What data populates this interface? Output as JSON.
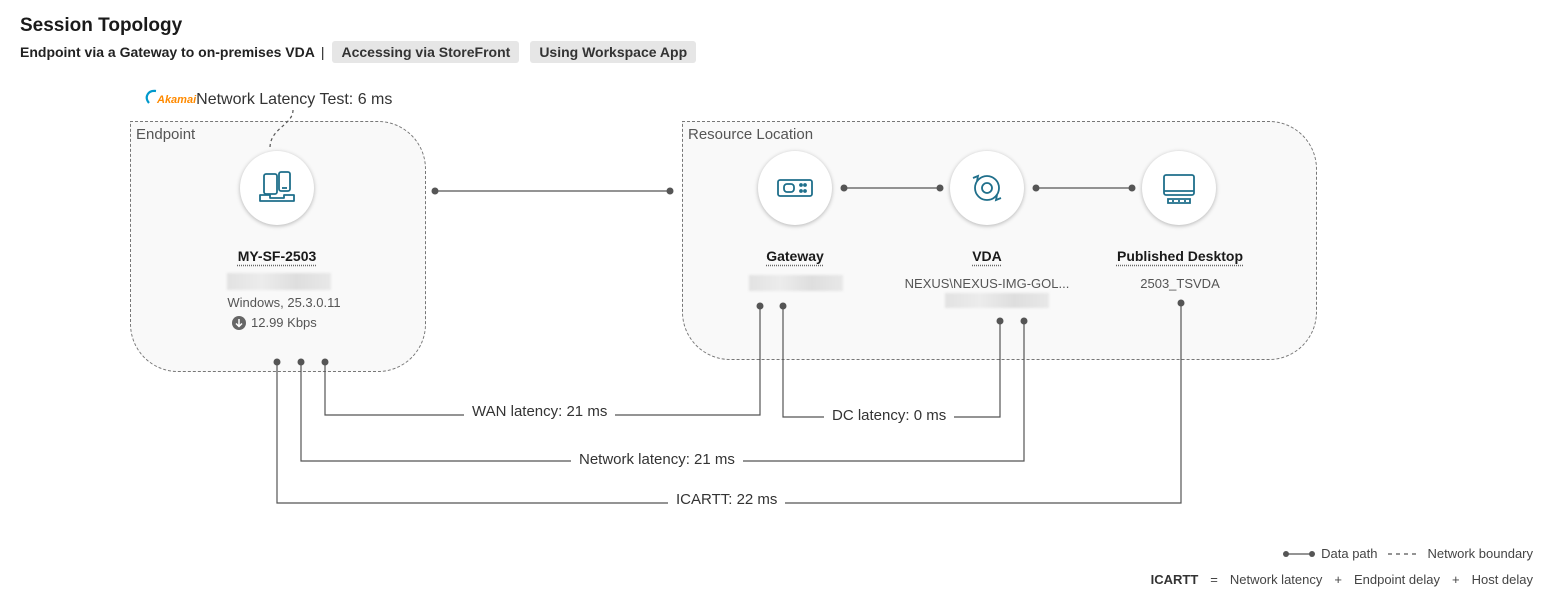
{
  "header": {
    "title": "Session Topology",
    "subtitle": "Endpoint via a Gateway to on-premises VDA",
    "separator": "|",
    "chips": [
      "Accessing via StoreFront",
      "Using Workspace App"
    ]
  },
  "akamai": {
    "logo_text": "Akamai",
    "label": "Network Latency Test: 6 ms"
  },
  "endpoint": {
    "boundary_label": "Endpoint",
    "name": "MY-SF-2503",
    "os": "Windows, 25.3.0.11",
    "bandwidth": "12.99 Kbps",
    "icon": "devices-icon"
  },
  "resource_location": {
    "boundary_label": "Resource Location",
    "gateway": {
      "name": "Gateway",
      "icon": "gateway-icon"
    },
    "vda": {
      "name": "VDA",
      "detail": "NEXUS\\NEXUS-IMG-GOL...",
      "icon": "vda-disk-icon"
    },
    "desktop": {
      "name": "Published Desktop",
      "detail": "2503_TSVDA",
      "icon": "monitor-icon"
    }
  },
  "latencies": {
    "wan": "WAN latency: 21 ms",
    "dc": "DC latency: 0 ms",
    "network": "Network latency: 21 ms",
    "icartt": "ICARTT: 22 ms"
  },
  "legend": {
    "data_path": "Data path",
    "network_boundary": "Network boundary",
    "formula_term": "ICARTT",
    "equals": "=",
    "plus": "+",
    "term1": "Network latency",
    "term2": "Endpoint delay",
    "term3": "Host delay"
  },
  "colors": {
    "icon_accent": "#1f6f8b",
    "line": "#555555",
    "akamai_orange": "#ff8a00",
    "akamai_blue": "#0099cc"
  }
}
